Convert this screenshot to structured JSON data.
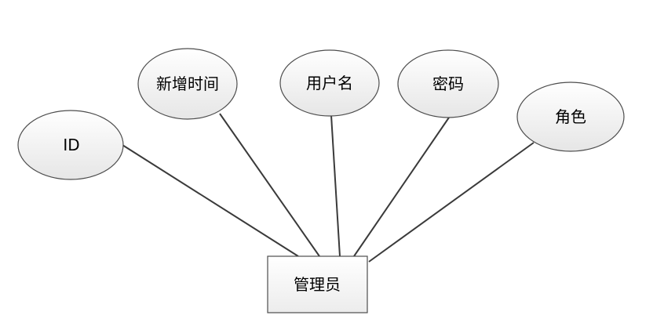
{
  "entity": {
    "label": "管理员"
  },
  "attributes": [
    {
      "label": "ID"
    },
    {
      "label": "新增时间"
    },
    {
      "label": "用户名"
    },
    {
      "label": "密码"
    },
    {
      "label": "角色"
    }
  ]
}
